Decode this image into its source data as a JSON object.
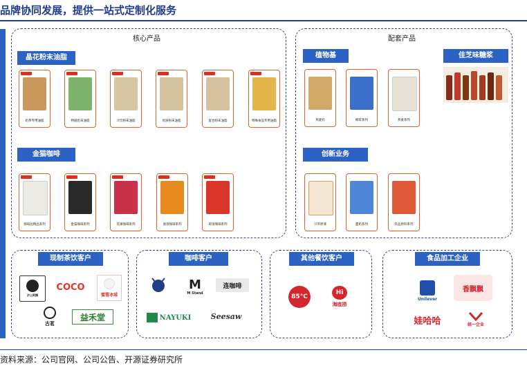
{
  "title": "品牌协同发展，提供一站式定制化服务",
  "core_section": {
    "title": "核心产品",
    "groups": [
      {
        "label": "晶花粉末油脂",
        "products": [
          "奶茶专用油脂",
          "特级奶末油脂",
          "冷饮粉末油脂",
          "优质粉末油脂",
          "复合粉末油脂",
          "特殊食品专用油脂"
        ]
      },
      {
        "label": "金猫咖啡",
        "products": [
          "咖啡豆精品系列",
          "金猫咖啡系列",
          "花果咖啡系列",
          "速溶咖啡系列",
          "即溶咖啡系列"
        ]
      }
    ]
  },
  "support_section": {
    "title": "配套产品",
    "groups": [
      {
        "label": "植物基",
        "products": [
          "燕麦奶",
          "椰浆系列",
          "燕麦系列"
        ]
      },
      {
        "label": "佳芝味糖浆",
        "products": []
      },
      {
        "label": "创新业务",
        "products": [
          "冷萃原液",
          "甜奶系列",
          "饮品原料系列"
        ]
      }
    ]
  },
  "customers": [
    {
      "label": "现制茶饮客户",
      "logos": [
        "COCO",
        "蜜雪冰城",
        "古茗",
        "益禾堂",
        "沪上阿姨"
      ]
    },
    {
      "label": "咖啡客户",
      "logos": [
        "M Stand",
        "连咖啡",
        "NAYUKI",
        "Seesaw"
      ]
    },
    {
      "label": "其他餐饮客户",
      "logos": [
        "85°C",
        "海底捞"
      ]
    },
    {
      "label": "食品加工企业",
      "logos": [
        "Unilever",
        "香飘飘",
        "娃哈哈",
        "统一企业"
      ]
    }
  ],
  "source": "资料来源：公司官网、公司公告、开源证券研究所",
  "colors": {
    "brand_blue": "#2b62c4",
    "title_navy": "#1f3d8a",
    "card_border": "#e2622f",
    "dash": "#34409a"
  }
}
